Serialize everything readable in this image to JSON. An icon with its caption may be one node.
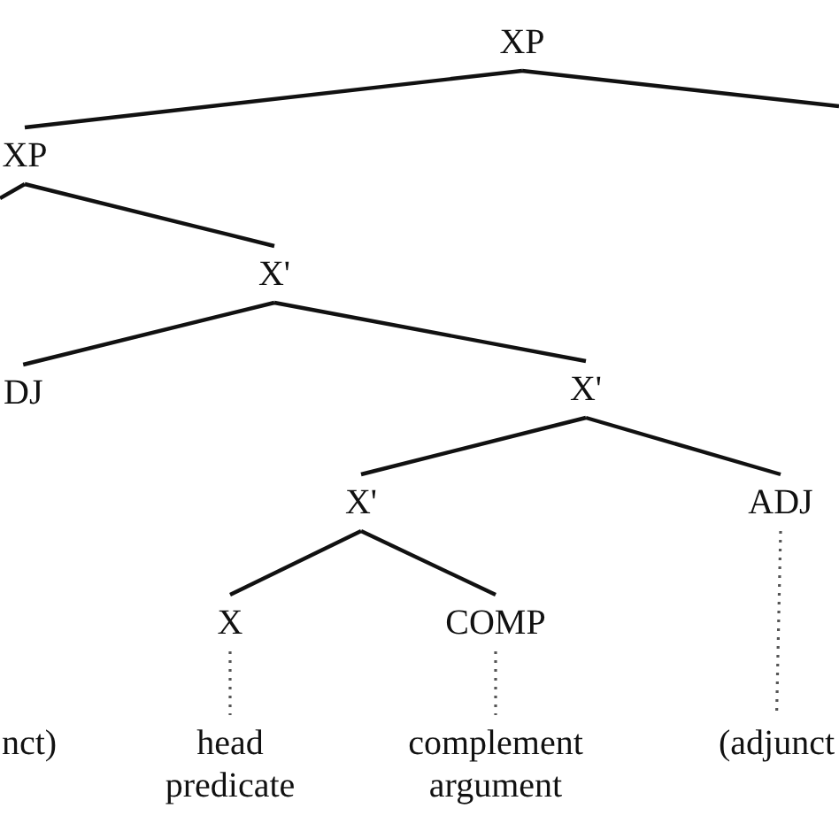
{
  "diagram": {
    "nodes": [
      {
        "text": [
          "XP"
        ]
      },
      {
        "text": [
          "XP"
        ]
      },
      {
        "text": [
          "X'"
        ]
      },
      {
        "text": [
          "DJ"
        ]
      },
      {
        "text": [
          "X'"
        ]
      },
      {
        "text": [
          "X'"
        ]
      },
      {
        "text": [
          "ADJ"
        ]
      },
      {
        "text": [
          "X"
        ]
      },
      {
        "text": [
          "COMP"
        ]
      },
      {
        "text": [
          "head predicate"
        ]
      },
      {
        "text": [
          "complement argument"
        ]
      },
      {
        "text": [
          "(adjunct"
        ]
      }
    ],
    "edges": [
      {
        "from": 0,
        "to": 1,
        "arrow": "none"
      },
      {
        "from": 0,
        "to": null,
        "arrow": "none"
      },
      {
        "from": 1,
        "to": null,
        "arrow": "none"
      },
      {
        "from": 1,
        "to": 2,
        "arrow": "none"
      },
      {
        "from": 2,
        "to": 3,
        "arrow": "none"
      },
      {
        "from": 2,
        "to": 4,
        "arrow": "none"
      },
      {
        "from": 4,
        "to": 5,
        "arrow": "none"
      },
      {
        "from": 4,
        "to": 6,
        "arrow": "none"
      },
      {
        "from": 5,
        "to": 7,
        "arrow": "none"
      },
      {
        "from": 5,
        "to": 8,
        "arrow": "none"
      },
      {
        "from": 7,
        "to": 9,
        "arrow": "none",
        "style": "dashed"
      },
      {
        "from": 8,
        "to": 10,
        "arrow": "none",
        "style": "dashed"
      },
      {
        "from": 6,
        "to": 11,
        "arrow": "none",
        "style": "dashed"
      }
    ],
    "labels": [
      "nct)"
    ]
  }
}
